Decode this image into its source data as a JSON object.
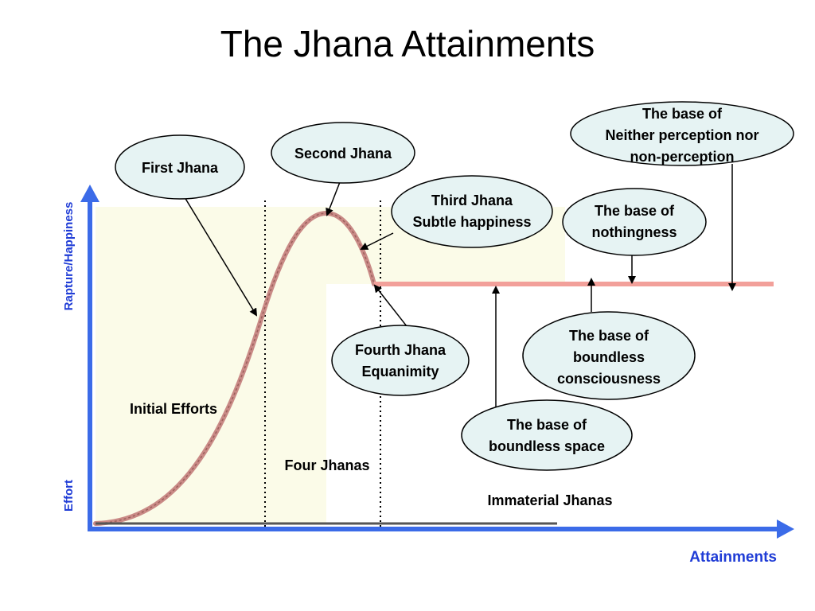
{
  "title": "The Jhana Attainments",
  "axes": {
    "y_top": "Rapture/Happiness",
    "y_bottom": "Effort",
    "x": "Attainments"
  },
  "regions": {
    "initial": "Initial Efforts",
    "four": "Four Jhanas",
    "immaterial": "Immaterial Jhanas"
  },
  "bubbles": {
    "first": [
      "First Jhana"
    ],
    "second": [
      "Second Jhana"
    ],
    "third": [
      "Third Jhana",
      "Subtle happiness"
    ],
    "fourth": [
      "Fourth Jhana",
      "Equanimity"
    ],
    "space": [
      "The base of",
      "boundless space"
    ],
    "consciousness": [
      "The base of",
      "boundless",
      "consciousness"
    ],
    "nothingness": [
      "The base of",
      "nothingness"
    ],
    "neither": [
      "The base of",
      "Neither perception nor",
      "non-perception"
    ]
  },
  "colors": {
    "axis": "#3b6be8",
    "axis_label": "#1f3cd6",
    "bubble_fill": "#e6f3f3",
    "curve": "#c98a86",
    "plateau": "#f2a09a",
    "region_fill": "#fbfbe8"
  }
}
